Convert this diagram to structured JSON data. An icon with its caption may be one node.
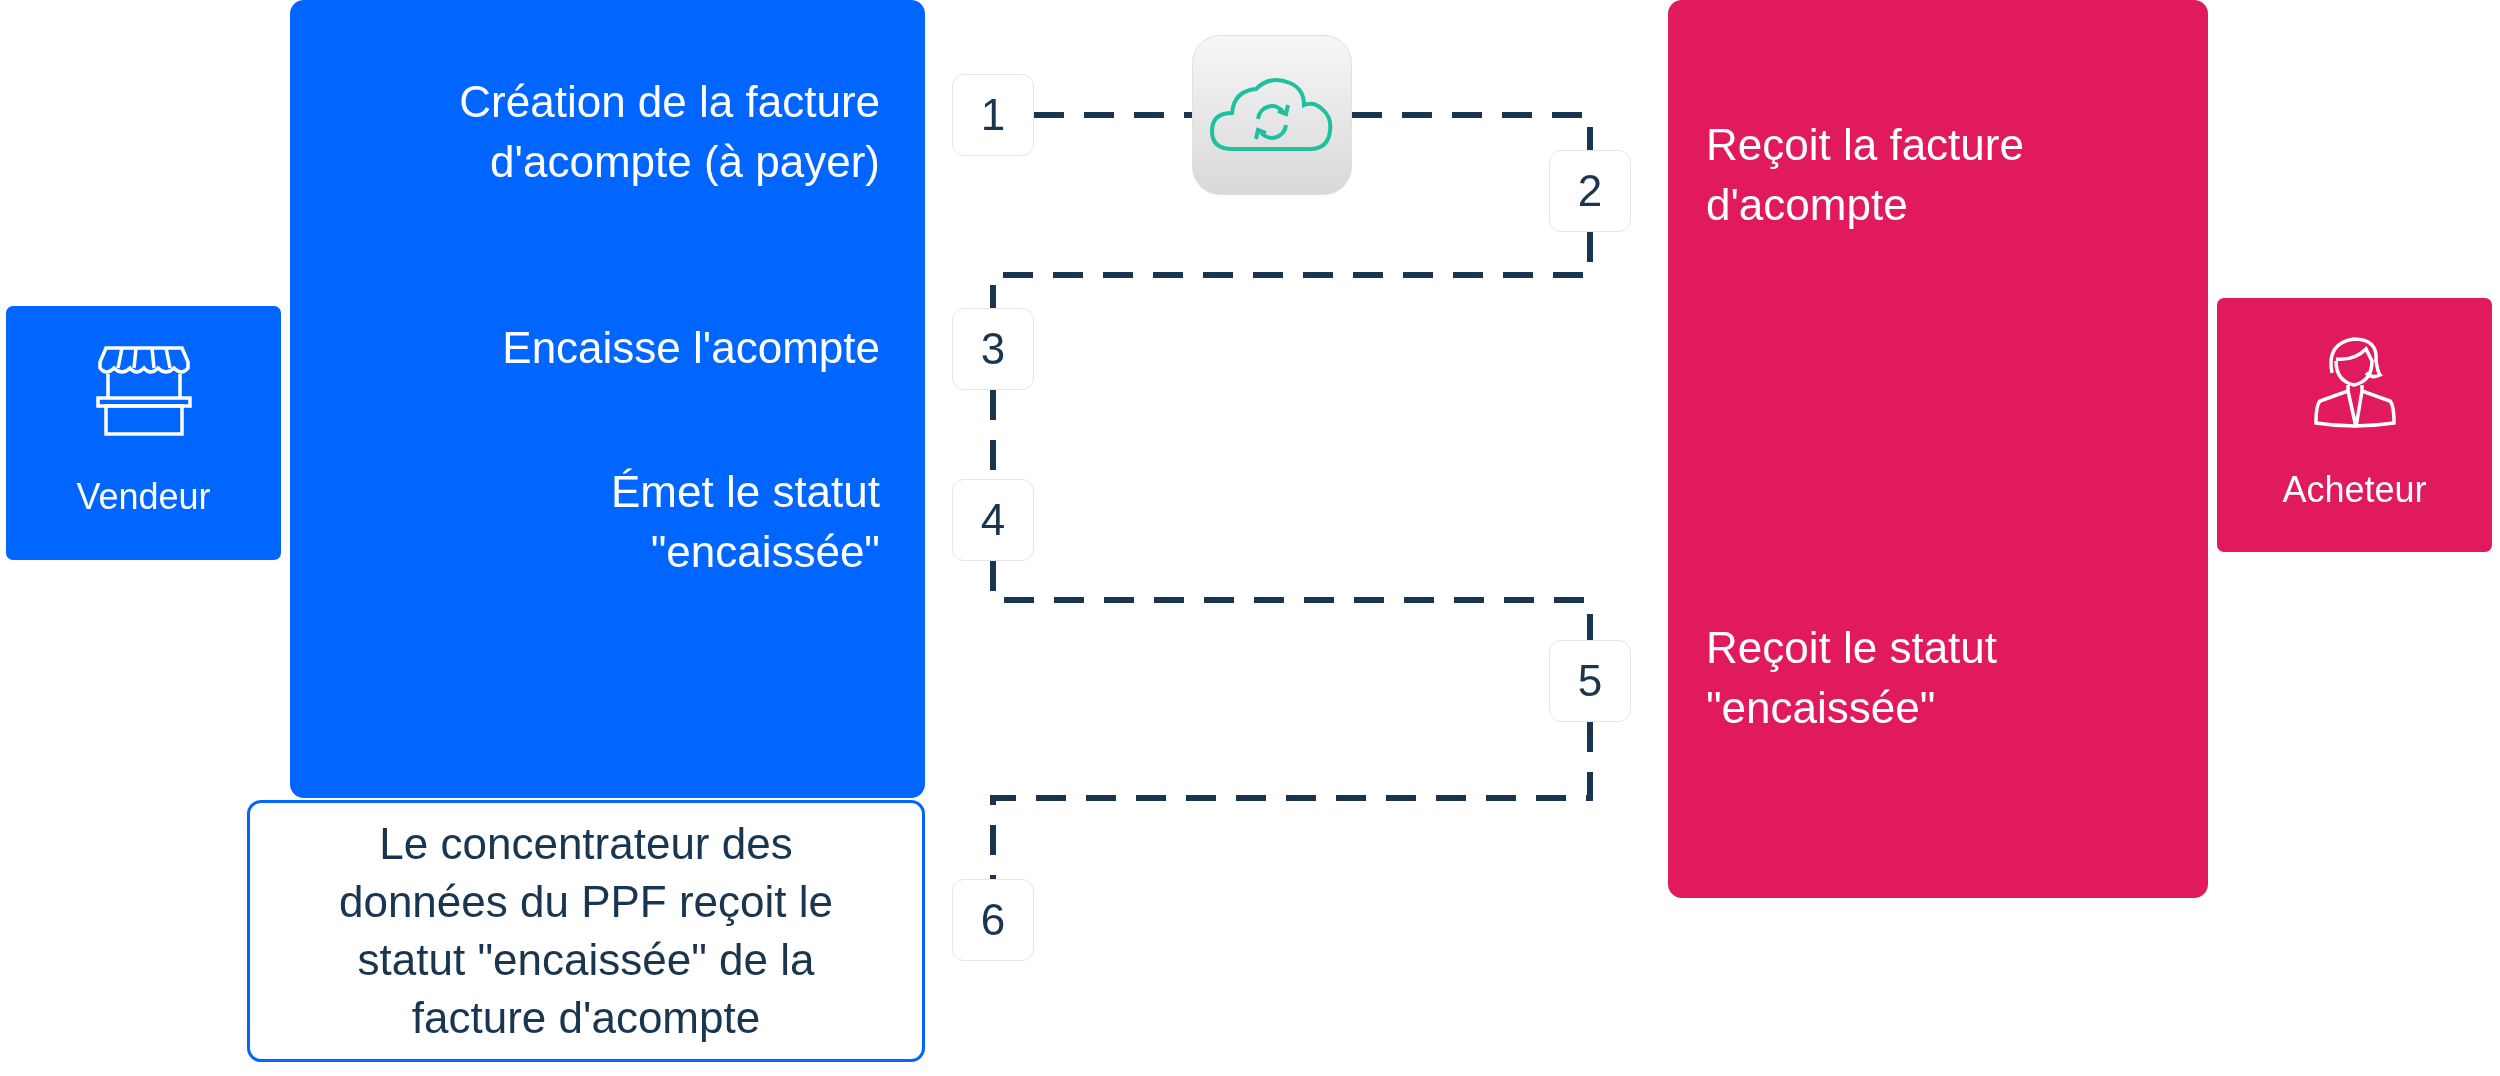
{
  "diagram": {
    "nodes": [
      {
        "text": [
          "Vendeur"
        ]
      },
      {
        "text": [
          "Création de la facture d'acompte (à payer)",
          "Encaisse l'acompte",
          "Émet le statut \"encaissée\""
        ]
      },
      {
        "text": [
          "Le concentrateur des données du PPF reçoit le statut \"encaissée\" de la facture d'acompte"
        ]
      },
      {
        "text": [
          "1"
        ]
      },
      {
        "text": [
          "2"
        ]
      },
      {
        "text": [
          "3"
        ]
      },
      {
        "text": [
          "4"
        ]
      },
      {
        "text": [
          "5"
        ]
      },
      {
        "text": [
          "6"
        ]
      },
      {
        "text": [],
        "shape": "box"
      },
      {
        "text": [
          "Reçoit la facture d'acompte",
          "Reçoit le statut \"encaissée\""
        ]
      },
      {
        "text": [
          "Acheteur"
        ]
      }
    ],
    "edges": [
      {
        "from": 3,
        "to": 9,
        "arrow": "none",
        "style": "dashed"
      },
      {
        "from": 9,
        "to": 4,
        "arrow": "none",
        "style": "dashed"
      },
      {
        "from": 4,
        "to": 5,
        "arrow": "none",
        "style": "dashed"
      },
      {
        "from": 5,
        "to": 6,
        "arrow": "none",
        "style": "dashed"
      },
      {
        "from": 6,
        "to": 7,
        "arrow": "none",
        "style": "dashed"
      },
      {
        "from": 7,
        "to": 8,
        "arrow": "none",
        "style": "dashed"
      }
    ]
  }
}
